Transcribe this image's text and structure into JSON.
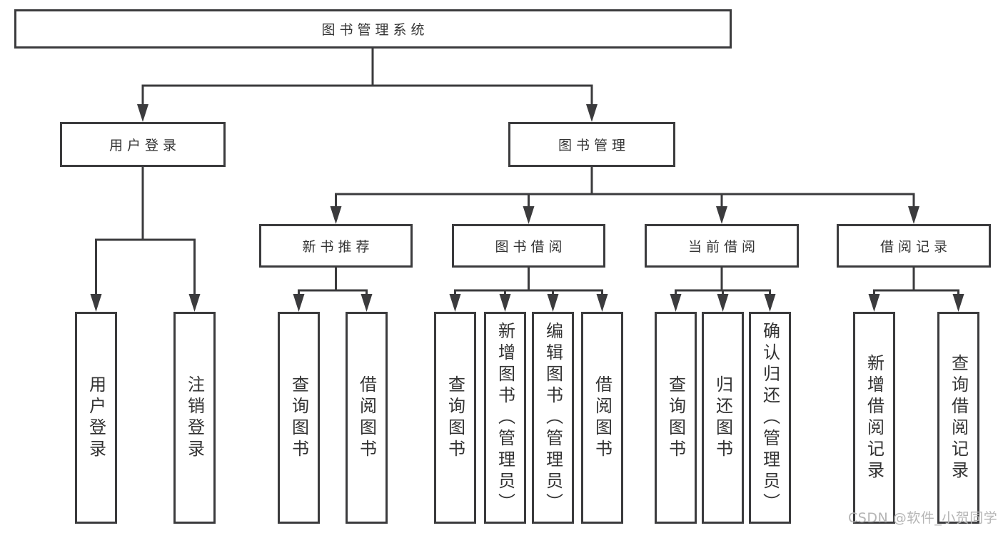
{
  "diagram": {
    "root": "图书管理系统",
    "branches": [
      {
        "label": "用户登录",
        "children": [
          "用户登录",
          "注销登录"
        ]
      },
      {
        "label": "图书管理",
        "sections": [
          {
            "label": "新书推荐",
            "children": [
              "查询图书",
              "借阅图书"
            ]
          },
          {
            "label": "图书借阅",
            "children": [
              "查询图书",
              "新增图书（管理员）",
              "编辑图书（管理员）",
              "借阅图书"
            ]
          },
          {
            "label": "当前借阅",
            "children": [
              "查询图书",
              "归还图书",
              "确认归还（管理员）"
            ]
          },
          {
            "label": "借阅记录",
            "children": [
              "新增借阅记录",
              "查询借阅记录"
            ]
          }
        ]
      }
    ],
    "watermark": "CSDN @软件_小贺同学",
    "colors": {
      "line": "#3b3b3d",
      "text": "#333333",
      "watermark": "#b5b5b5",
      "background": "#ffffff"
    }
  }
}
